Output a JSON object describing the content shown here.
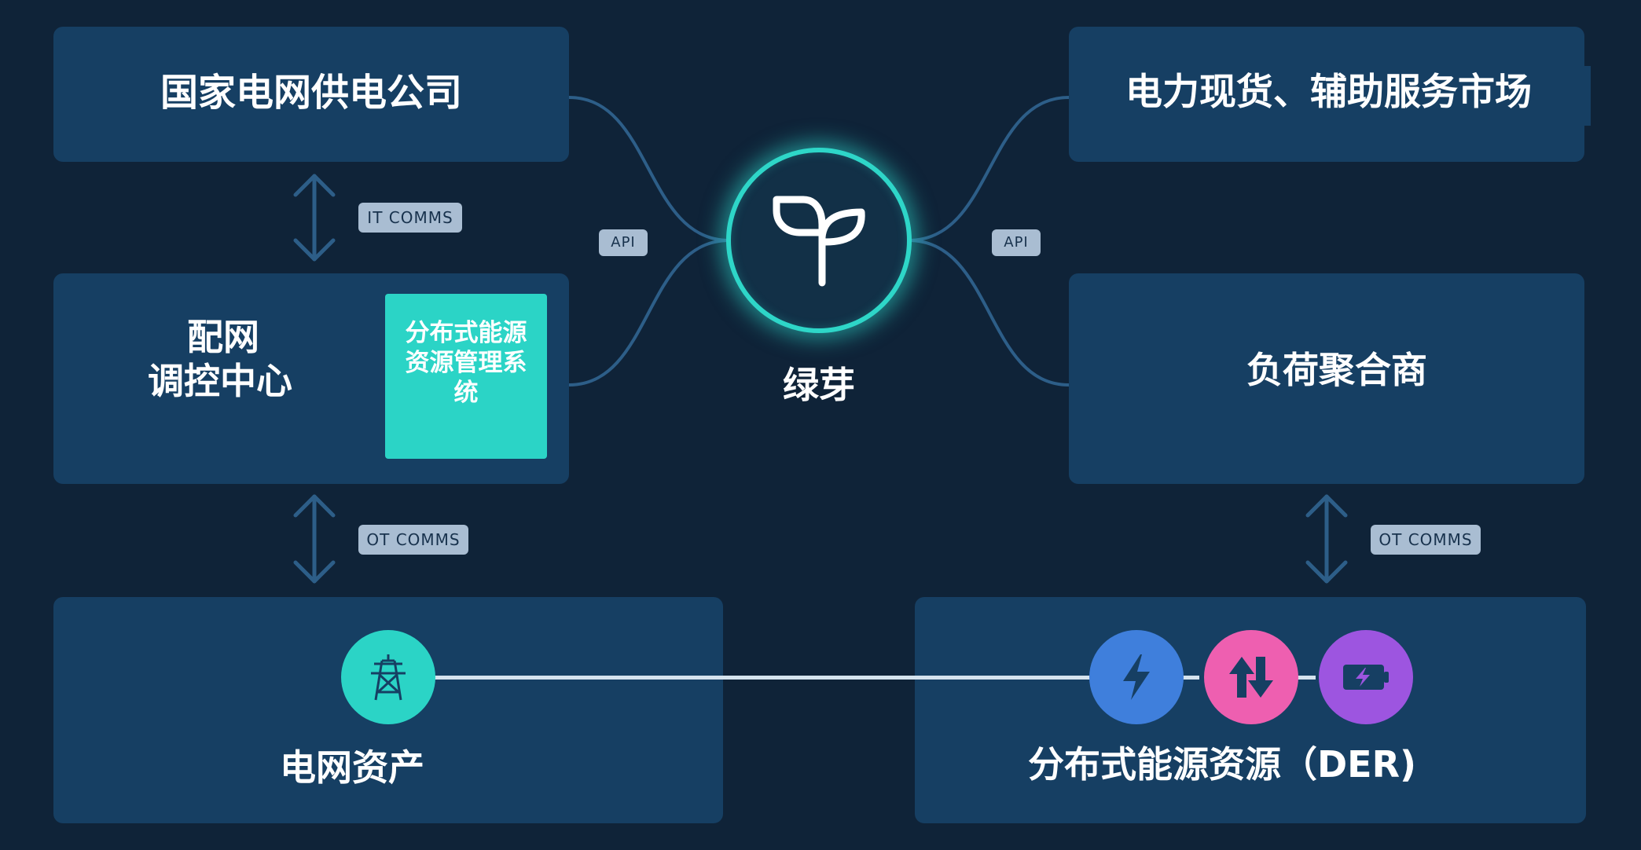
{
  "nodes": {
    "state_grid": "国家电网供电公司",
    "power_market": "电力现货、辅助服务市场",
    "dispatch_center": {
      "line1": "配网",
      "line2": "调控中心"
    },
    "derms": "分布式能源资源管理系统",
    "hub": "绿芽",
    "aggregator": "负荷聚合商",
    "grid_assets": "电网资产",
    "der": "分布式能源资源（DER)"
  },
  "tags": {
    "it_comms": "IT COMMS",
    "ot_comms_left": "OT COMMS",
    "ot_comms_right": "OT COMMS",
    "api_left": "API",
    "api_right": "API"
  },
  "icons": {
    "hub": "sprout-icon",
    "grid_asset": "transmission-tower-icon",
    "der": [
      "lightning-bolt-icon",
      "up-down-arrows-icon",
      "battery-charging-icon"
    ]
  },
  "colors": {
    "background": "#0f2338",
    "box": "#163f63",
    "accent_teal": "#2bd4c6",
    "connector": "#2d5e88",
    "tag": "#a9bdd2",
    "lightning": "#3f7fdc",
    "arrows": "#ee5fb0",
    "battery": "#9d55e0"
  }
}
